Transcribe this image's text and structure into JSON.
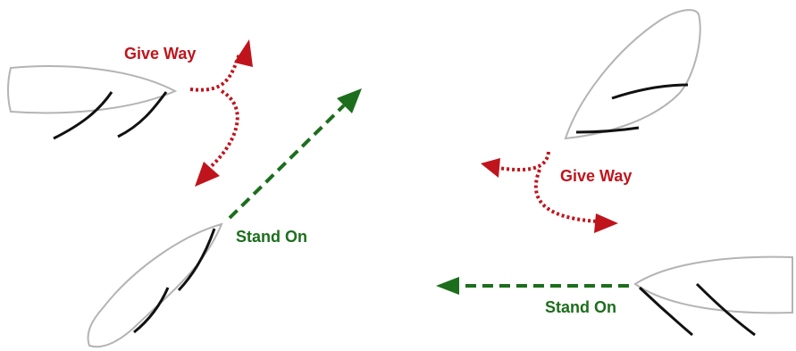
{
  "colors": {
    "give_way": "#c0141c",
    "stand_on": "#1c6e1c",
    "hull_outline": "#b4b4b4",
    "sail": "#111111"
  },
  "scenes": [
    {
      "give_way_label": "Give Way",
      "stand_on_label": "Stand On"
    },
    {
      "give_way_label": "Give Way",
      "stand_on_label": "Stand On"
    }
  ]
}
